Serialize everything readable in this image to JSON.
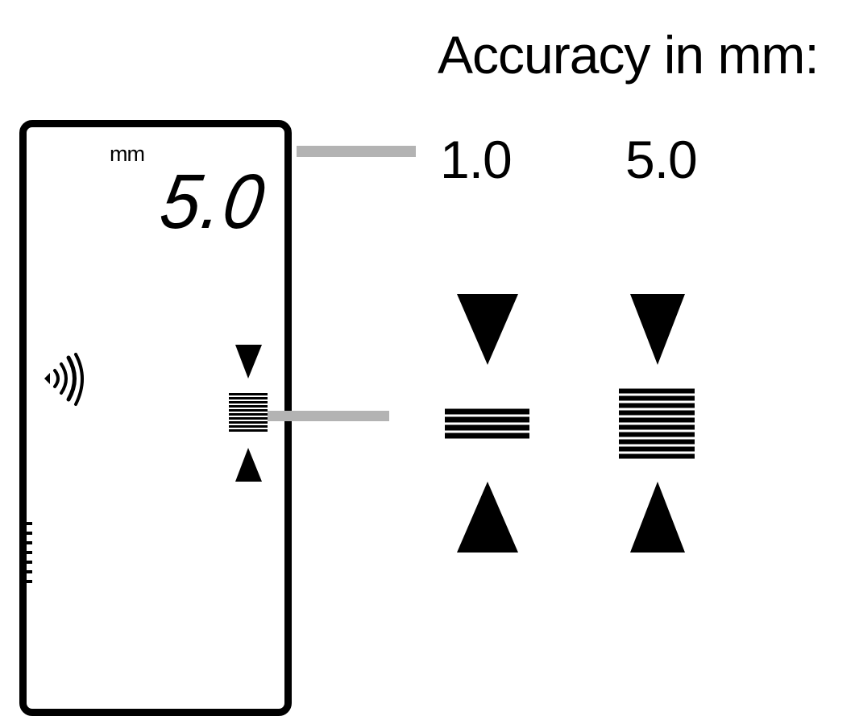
{
  "heading": "Accuracy in mm:",
  "device": {
    "unit": "mm",
    "display_value": "5.0",
    "icon": "sound-icon"
  },
  "options": [
    {
      "label": "1.0",
      "stripes": 4
    },
    {
      "label": "5.0",
      "stripes": 10
    }
  ],
  "colors": {
    "ink": "#000000",
    "leader": "#b3b3b3",
    "background": "#ffffff"
  }
}
